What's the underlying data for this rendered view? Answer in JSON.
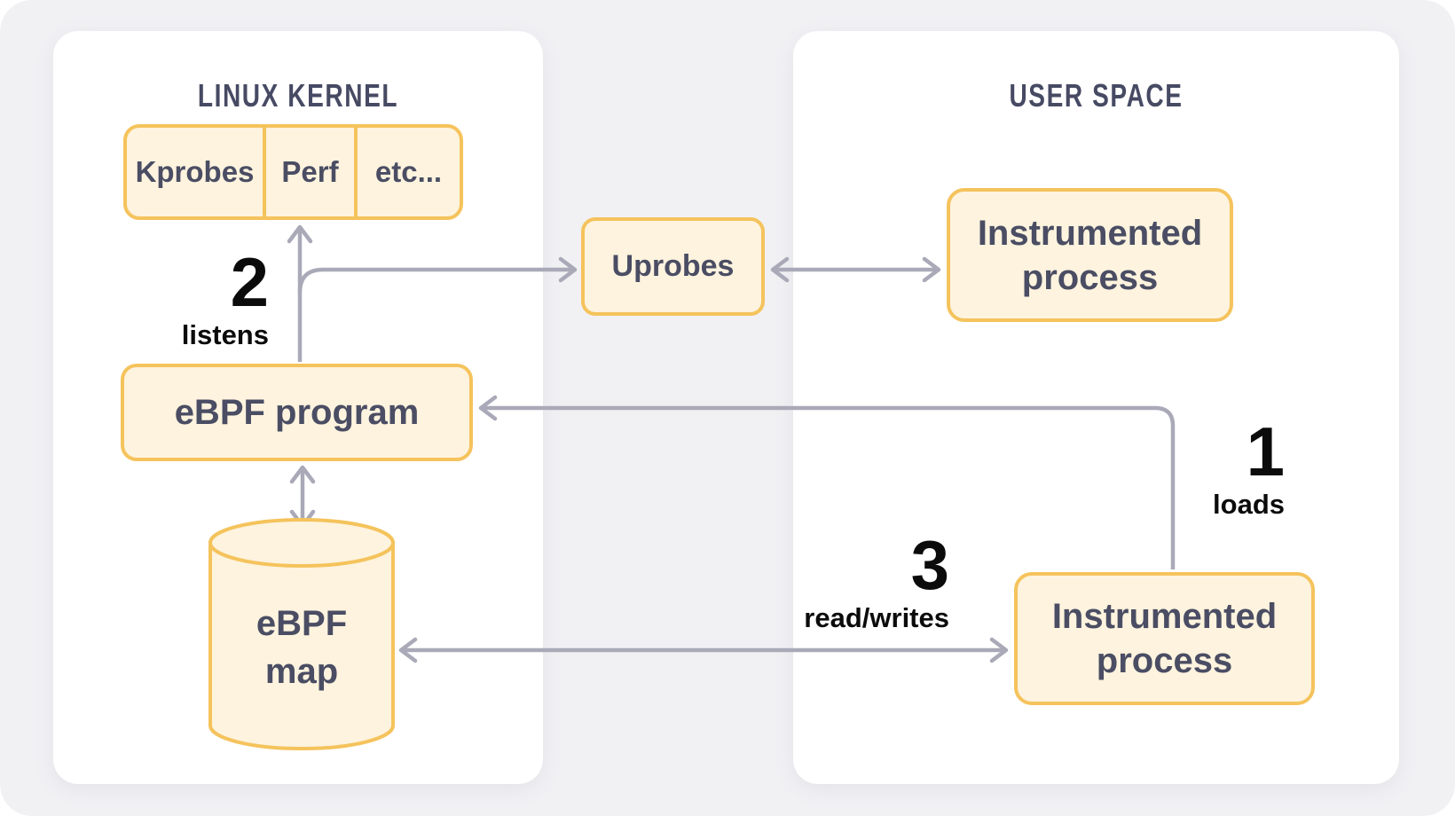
{
  "panels": {
    "kernel": {
      "title": "LINUX KERNEL",
      "probe_row": [
        "Kprobes",
        "Perf",
        "etc..."
      ],
      "ebpf_program": "eBPF program",
      "ebpf_map": {
        "line1": "eBPF",
        "line2": "map"
      }
    },
    "user": {
      "title": "USER SPACE",
      "process_top": {
        "line1": "Instrumented",
        "line2": "process"
      },
      "process_bottom": {
        "line1": "Instrumented",
        "line2": "process"
      }
    }
  },
  "bridge": {
    "uprobes": "Uprobes"
  },
  "steps": [
    {
      "number": "1",
      "label": "loads"
    },
    {
      "number": "2",
      "label": "listens"
    },
    {
      "number": "3",
      "label": "read/writes"
    }
  ],
  "colors": {
    "page_bg": "#f1f1f4",
    "panel_bg": "#ffffff",
    "box_fill": "#fdf3de",
    "box_border": "#f5c35c",
    "arrow": "#a9a9b8",
    "label_text": "#4a4d63",
    "step_text": "#0b0b0c"
  }
}
